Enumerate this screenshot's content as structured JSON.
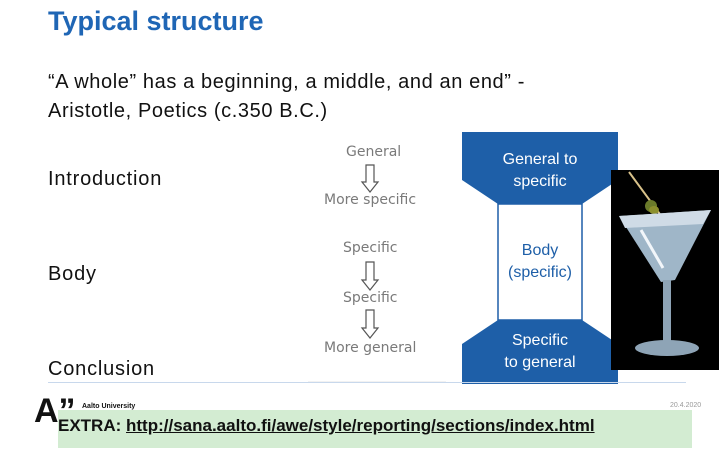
{
  "title": "Typical structure",
  "quote": {
    "line1": "“A whole” has a beginning, a middle, and an end” -",
    "line2": "Aristotle, Poetics (c.350 B.C.)"
  },
  "sections": {
    "intro": "Introduction",
    "body": "Body",
    "conclusion": "Conclusion"
  },
  "flow": {
    "general": "General",
    "more_specific": "More specific",
    "specific_1": "Specific",
    "specific_2": "Specific",
    "more_general": "More general"
  },
  "shape": {
    "top": [
      "General to",
      "specific"
    ],
    "middle": [
      "Body",
      "(specific)"
    ],
    "bottom": [
      "Specific",
      "to general"
    ]
  },
  "footer": {
    "logo_mark": "A”",
    "university": "Aalto University",
    "page": "20.4.2020",
    "extra_label": "EXTRA:",
    "extra_link": "http://sana.aalto.fi/awe/style/reporting/sections/index.html"
  },
  "colors": {
    "title": "#1f66b5",
    "shape": "#1e5fa8",
    "extra_bg": "#d3ecd2"
  }
}
